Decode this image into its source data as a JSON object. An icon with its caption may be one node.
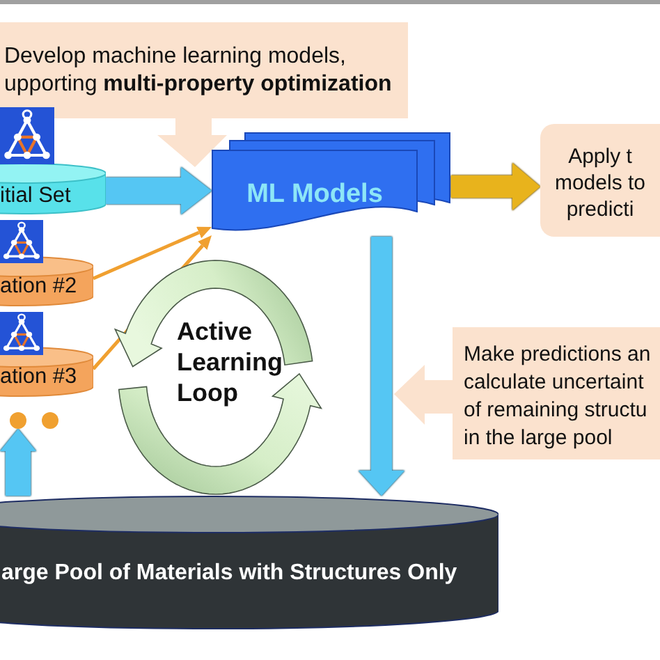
{
  "diagram": {
    "nodes": [
      {
        "text": [
          "Develop machine learning models, upporting **multi-property optimization**"
        ]
      },
      {
        "text": [
          "itial Set"
        ]
      },
      {
        "text": [
          "ML Models"
        ]
      },
      {
        "text": [
          "Apply t models to predicti"
        ]
      },
      {
        "text": [
          "ation #2"
        ]
      },
      {
        "text": [
          "ation #3"
        ]
      },
      {
        "text": [
          "Active Learning Loop"
        ]
      },
      {
        "text": [
          "Make predictions an calculate uncertaint of remaining structu in the large pool"
        ]
      },
      {
        "text": [],
        "shape": "circle"
      },
      {
        "text": [],
        "shape": "circle"
      },
      {
        "text": [
          "arge Pool of Materials with Structures Only"
        ]
      }
    ],
    "edges": [
      {
        "from": 1,
        "to": 2,
        "arrow": "to"
      },
      {
        "from": 2,
        "to": 3,
        "arrow": "to",
        "color": "#e8b31c"
      },
      {
        "from": 4,
        "to": 2,
        "arrow": "to",
        "color": "#f0a030"
      },
      {
        "from": 5,
        "to": 2,
        "arrow": "to",
        "color": "#f0a030"
      },
      {
        "from": 2,
        "to": 10,
        "arrow": "to"
      },
      {
        "from": 10,
        "to": 8,
        "arrow": "to"
      }
    ]
  }
}
